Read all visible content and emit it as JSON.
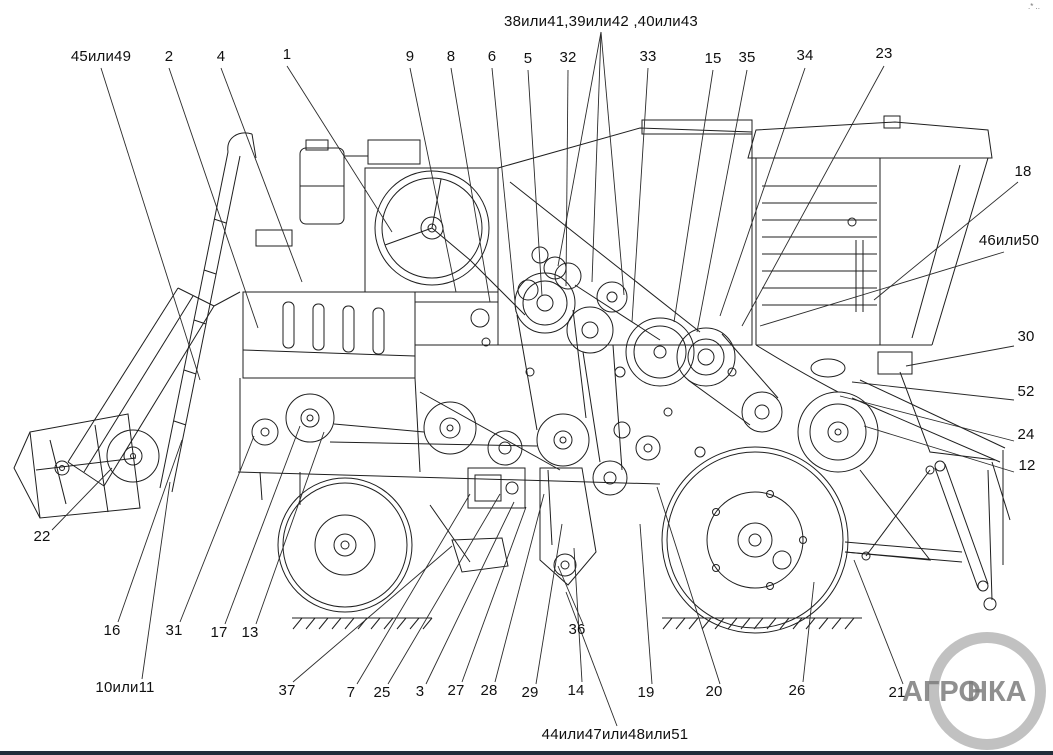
{
  "page": {
    "background": "#ffffff",
    "subject_drawing": "combine-harvester-parts-diagram"
  },
  "callouts": [
    {
      "id": "45-49",
      "label": "45или49"
    },
    {
      "id": "2",
      "label": "2"
    },
    {
      "id": "4",
      "label": "4"
    },
    {
      "id": "1",
      "label": "1"
    },
    {
      "id": "9",
      "label": "9"
    },
    {
      "id": "8",
      "label": "8"
    },
    {
      "id": "6",
      "label": "6"
    },
    {
      "id": "5",
      "label": "5"
    },
    {
      "id": "32",
      "label": "32"
    },
    {
      "id": "33",
      "label": "33"
    },
    {
      "id": "15",
      "label": "15"
    },
    {
      "id": "35",
      "label": "35"
    },
    {
      "id": "34",
      "label": "34"
    },
    {
      "id": "23",
      "label": "23"
    },
    {
      "id": "38-41-39-42-40-43",
      "label": "38или41,39или42 ,40или43"
    },
    {
      "id": "18",
      "label": "18"
    },
    {
      "id": "46-50",
      "label": "46или50"
    },
    {
      "id": "30",
      "label": "30"
    },
    {
      "id": "52",
      "label": "52"
    },
    {
      "id": "24",
      "label": "24"
    },
    {
      "id": "12",
      "label": "12"
    },
    {
      "id": "22",
      "label": "22"
    },
    {
      "id": "16",
      "label": "16"
    },
    {
      "id": "31",
      "label": "31"
    },
    {
      "id": "17",
      "label": "17"
    },
    {
      "id": "13",
      "label": "13"
    },
    {
      "id": "10-11",
      "label": "10или11"
    },
    {
      "id": "37",
      "label": "37"
    },
    {
      "id": "7",
      "label": "7"
    },
    {
      "id": "25",
      "label": "25"
    },
    {
      "id": "3",
      "label": "3"
    },
    {
      "id": "27",
      "label": "27"
    },
    {
      "id": "28",
      "label": "28"
    },
    {
      "id": "29",
      "label": "29"
    },
    {
      "id": "14",
      "label": "14"
    },
    {
      "id": "36",
      "label": "36"
    },
    {
      "id": "19",
      "label": "19"
    },
    {
      "id": "20",
      "label": "20"
    },
    {
      "id": "26",
      "label": "26"
    },
    {
      "id": "21",
      "label": "21"
    },
    {
      "id": "44-47-48-51",
      "label": "44или47или48или51"
    }
  ],
  "watermark": {
    "left": "АГРО",
    "right": "НКА"
  },
  "corner_artifact": ".* .."
}
